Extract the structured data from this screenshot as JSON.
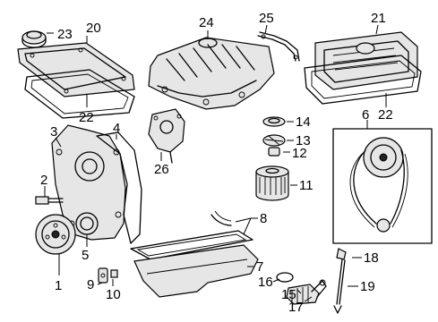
{
  "callouts": {
    "c1": "1",
    "c2": "2",
    "c3": "3",
    "c4": "4",
    "c5": "5",
    "c6": "6",
    "c7": "7",
    "c8": "8",
    "c9": "9",
    "c10": "10",
    "c11": "11",
    "c12": "12",
    "c13": "13",
    "c14": "14",
    "c15": "15",
    "c16": "16",
    "c17": "17",
    "c18": "18",
    "c19": "19",
    "c20": "20",
    "c21": "21",
    "c22a": "22",
    "c22b": "22",
    "c23": "23",
    "c24": "24",
    "c25": "25",
    "c26": "26"
  },
  "colors": {
    "line": "#000000",
    "background": "#ffffff",
    "shade": "#e6e6e6"
  }
}
